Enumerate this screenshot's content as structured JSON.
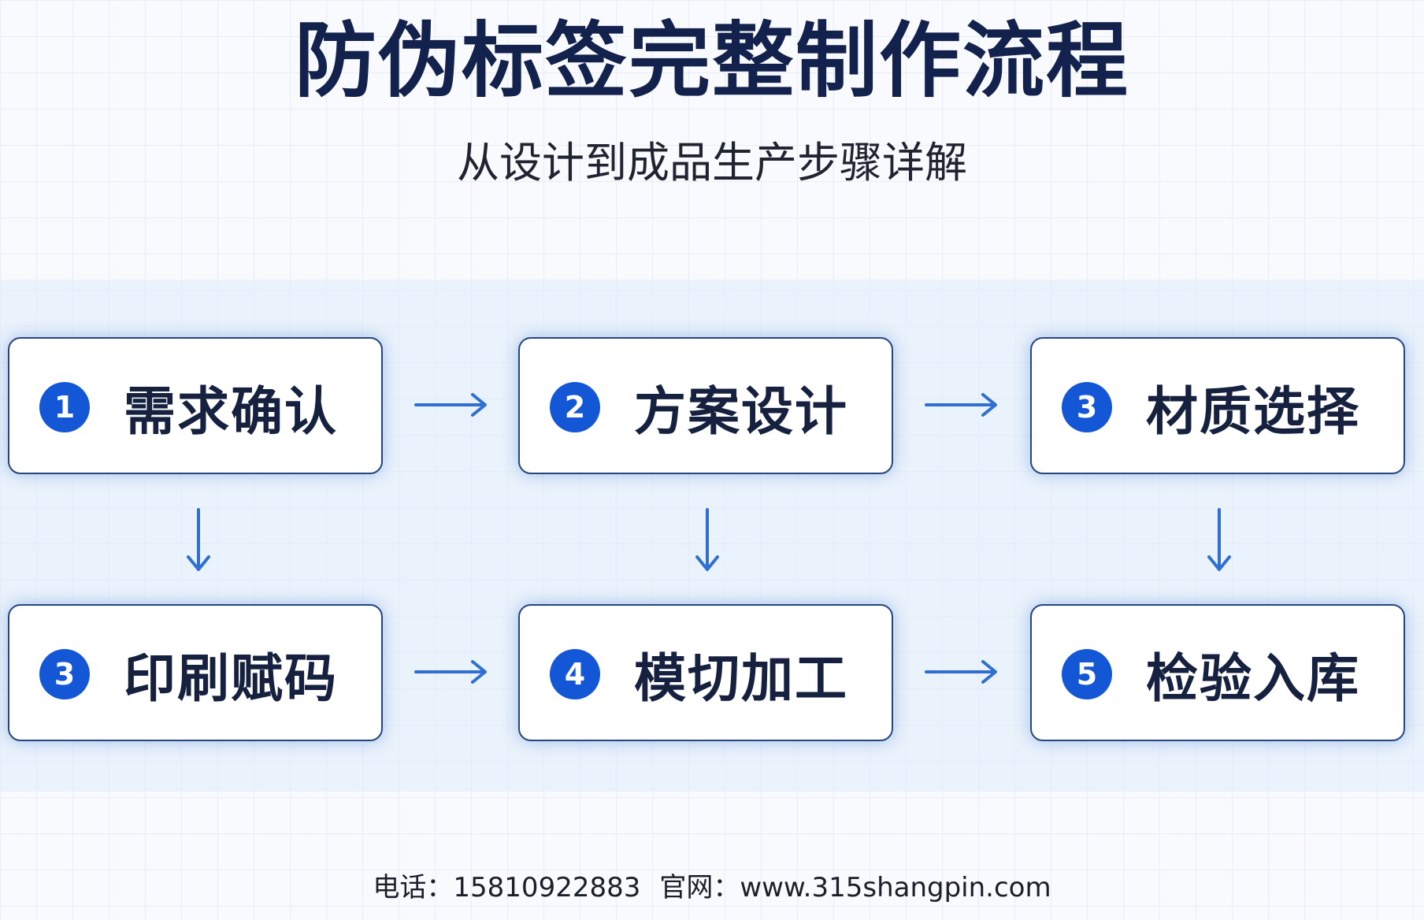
{
  "header": {
    "title": "防伪标签完整制作流程",
    "subtitle": "从设计到成品生产步骤详解"
  },
  "steps": [
    {
      "number": "1",
      "label": "需求确认"
    },
    {
      "number": "2",
      "label": "方案设计"
    },
    {
      "number": "3",
      "label": "材质选择"
    },
    {
      "number": "3",
      "label": "印刷赋码"
    },
    {
      "number": "4",
      "label": "模切加工"
    },
    {
      "number": "5",
      "label": "检验入库"
    }
  ],
  "footer": {
    "phone": "电话：15810922883",
    "website": "官网：www.315shangpin.com"
  },
  "colors": {
    "title": "#13224d",
    "badge": "#1457d6",
    "arrow": "#2f6fd2",
    "card_border": "#27457e"
  }
}
